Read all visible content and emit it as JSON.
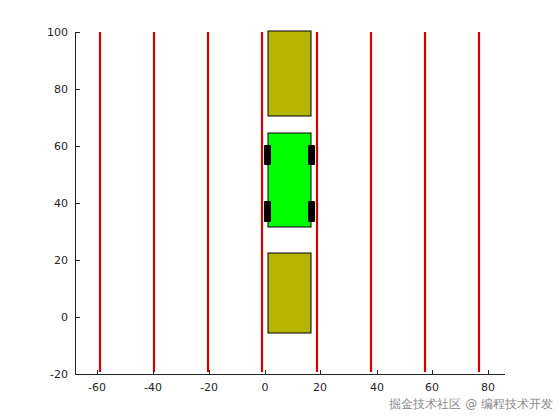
{
  "diagram": {
    "labels": [
      "100",
      "80",
      "60",
      "40",
      "20",
      "0",
      "-20",
      "-60",
      "-40",
      "-20",
      "0",
      "20",
      "40",
      "60",
      "80",
      "掘金技术社区 @ 编程技术开发"
    ]
  }
}
